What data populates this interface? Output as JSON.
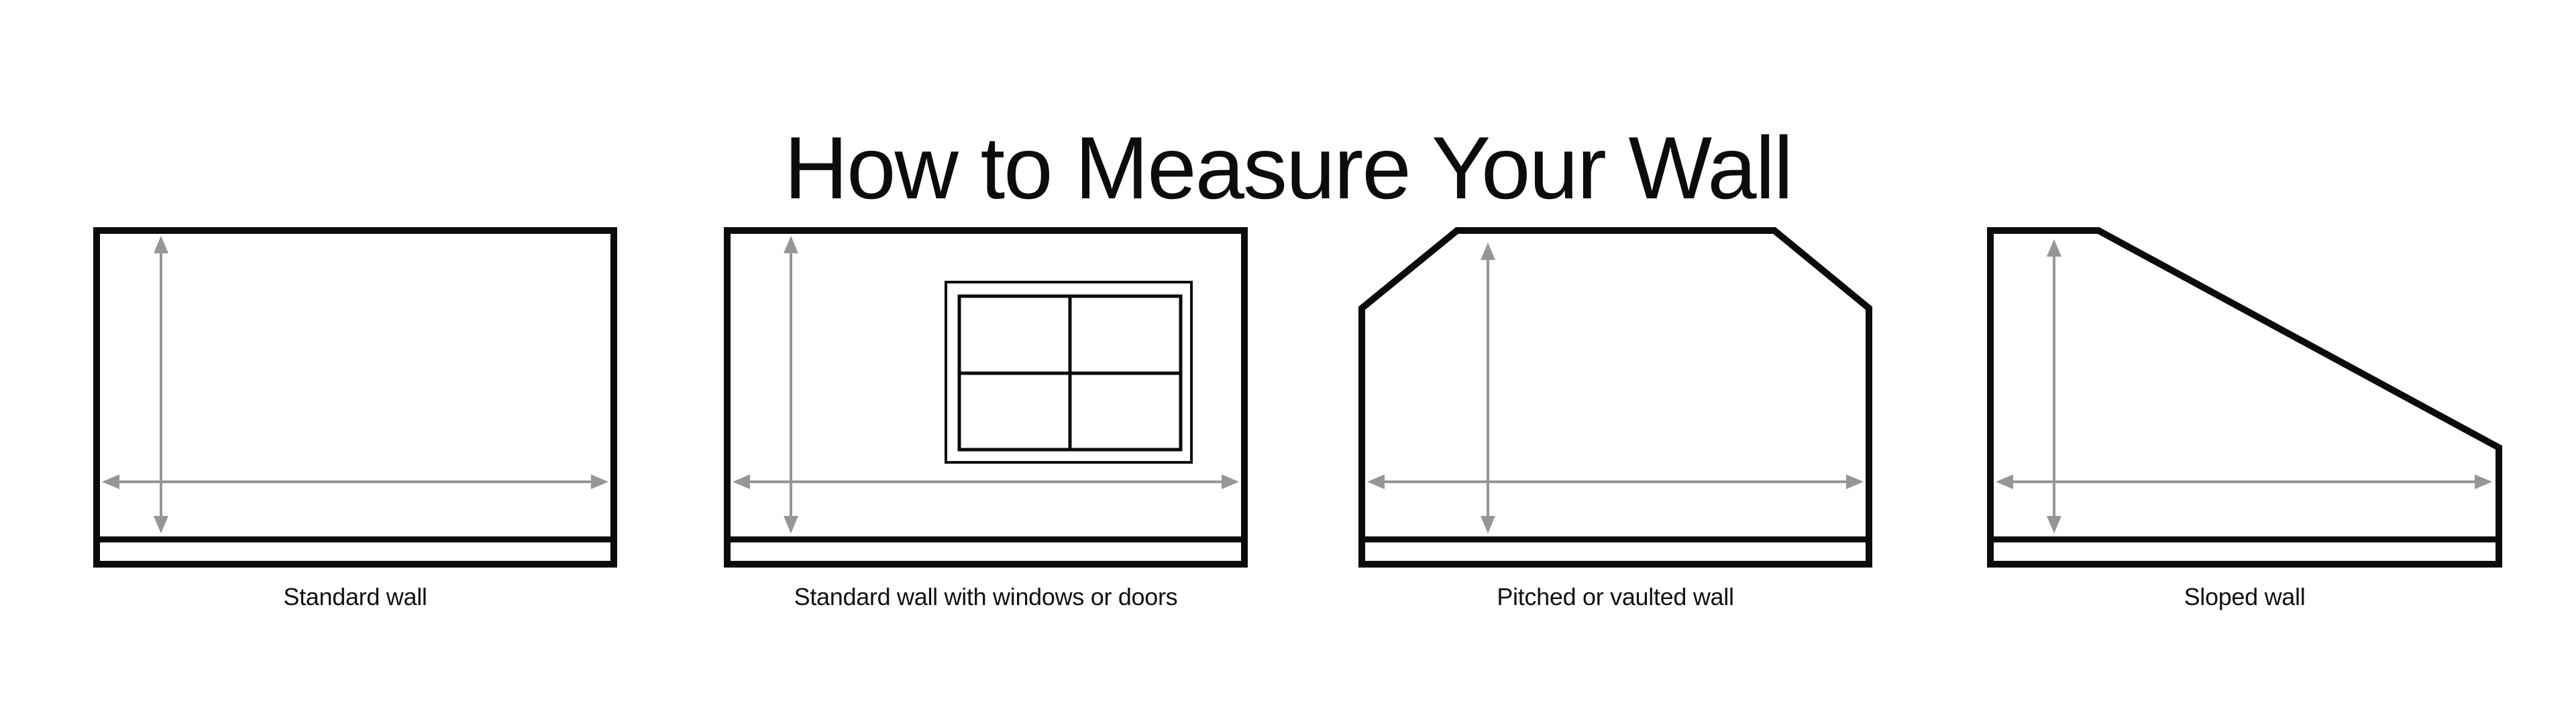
{
  "page": {
    "title": "How to Measure Your Wall",
    "background": "#ffffff"
  },
  "figures": [
    {
      "id": "standard-wall",
      "label": "Standard wall"
    },
    {
      "id": "standard-wall-windows-doors",
      "label": "Standard wall with windows or doors"
    },
    {
      "id": "pitched-vaulted-wall",
      "label": "Pitched or vaulted wall"
    },
    {
      "id": "sloped-wall",
      "label": "Sloped wall"
    }
  ],
  "icons": {
    "vertical_arrow": "height-measure-arrow (double-headed, vertical)",
    "horizontal_arrow": "width-measure-arrow (double-headed, horizontal)"
  },
  "colors": {
    "outline": "#0b0b0b",
    "arrow": "#969696",
    "title_text": "#0c0c0c",
    "label_text": "#111111",
    "background": "#ffffff"
  }
}
